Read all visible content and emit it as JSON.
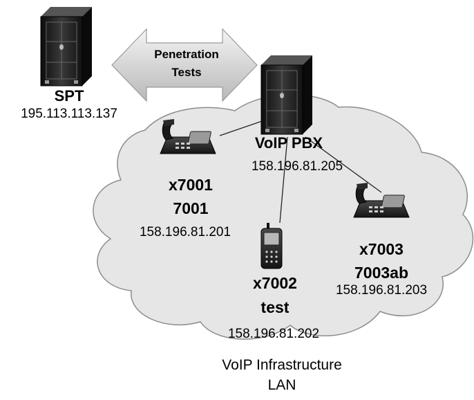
{
  "attacker": {
    "name": "SPT",
    "ip": "195.113.113.137",
    "icon": "server-tower-icon"
  },
  "arrow": {
    "line1": "Penetration",
    "line2": "Tests"
  },
  "pbx": {
    "name": "VoIP PBX",
    "ip": "158.196.81.205",
    "icon": "server-tower-icon"
  },
  "phones": [
    {
      "extension": "x7001",
      "secret": "7001",
      "ip": "158.196.81.201",
      "icon": "desk-phone-icon"
    },
    {
      "extension": "x7002",
      "secret": "test",
      "ip": "158.196.81.202",
      "icon": "smartphone-icon"
    },
    {
      "extension": "x7003",
      "secret": "7003ab",
      "ip": "158.196.81.203",
      "icon": "desk-phone-icon"
    }
  ],
  "network": {
    "line1": "VoIP Infrastructure",
    "line2": "LAN"
  },
  "colors": {
    "cloud_fill": "#e6e6e6",
    "cloud_stroke": "#8c8c8c",
    "server_dark": "#1e1e1e",
    "arrow_fill": "#dcdcdc"
  }
}
